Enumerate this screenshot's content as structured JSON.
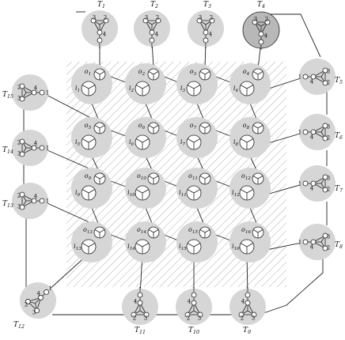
{
  "tiles": [
    {
      "label": "T",
      "sub": "1"
    },
    {
      "label": "T",
      "sub": "2"
    },
    {
      "label": "T",
      "sub": "3"
    },
    {
      "label": "T",
      "sub": "4"
    },
    {
      "label": "T",
      "sub": "5"
    },
    {
      "label": "T",
      "sub": "6"
    },
    {
      "label": "T",
      "sub": "7"
    },
    {
      "label": "T",
      "sub": "8"
    },
    {
      "label": "T",
      "sub": "9"
    },
    {
      "label": "T",
      "sub": "10"
    },
    {
      "label": "T",
      "sub": "11"
    },
    {
      "label": "T",
      "sub": "12"
    },
    {
      "label": "T",
      "sub": "13"
    },
    {
      "label": "T",
      "sub": "14"
    },
    {
      "label": "T",
      "sub": "15"
    }
  ],
  "grid": [
    {
      "o": "o",
      "os": "1",
      "i": "i",
      "is": "1"
    },
    {
      "o": "o",
      "os": "2",
      "i": "i",
      "is": "2"
    },
    {
      "o": "o",
      "os": "3",
      "i": "i",
      "is": "3"
    },
    {
      "o": "o",
      "os": "4",
      "i": "i",
      "is": "4"
    },
    {
      "o": "o",
      "os": "5",
      "i": "i",
      "is": "5"
    },
    {
      "o": "o",
      "os": "6",
      "i": "i",
      "is": "6"
    },
    {
      "o": "o",
      "os": "7",
      "i": "i",
      "is": "7"
    },
    {
      "o": "o",
      "os": "8",
      "i": "i",
      "is": "8"
    },
    {
      "o": "o",
      "os": "9",
      "i": "i",
      "is": "9"
    },
    {
      "o": "o",
      "os": "10",
      "i": "i",
      "is": "10"
    },
    {
      "o": "o",
      "os": "11",
      "i": "i",
      "is": "11"
    },
    {
      "o": "o",
      "os": "12",
      "i": "i",
      "is": "12"
    },
    {
      "o": "o",
      "os": "13",
      "i": "i",
      "is": "13"
    },
    {
      "o": "o",
      "os": "14",
      "i": "i",
      "is": "14"
    },
    {
      "o": "o",
      "os": "15",
      "i": "i",
      "is": "15"
    },
    {
      "o": "o",
      "os": "16",
      "i": "i",
      "is": "16"
    }
  ],
  "port_labels": [
    "1",
    "2",
    "3",
    "4"
  ],
  "colors": {
    "halo": "#d6d6d6",
    "halo_dark": "#b8b8b8",
    "hatch": "#9a9a9a",
    "line": "#222222"
  }
}
